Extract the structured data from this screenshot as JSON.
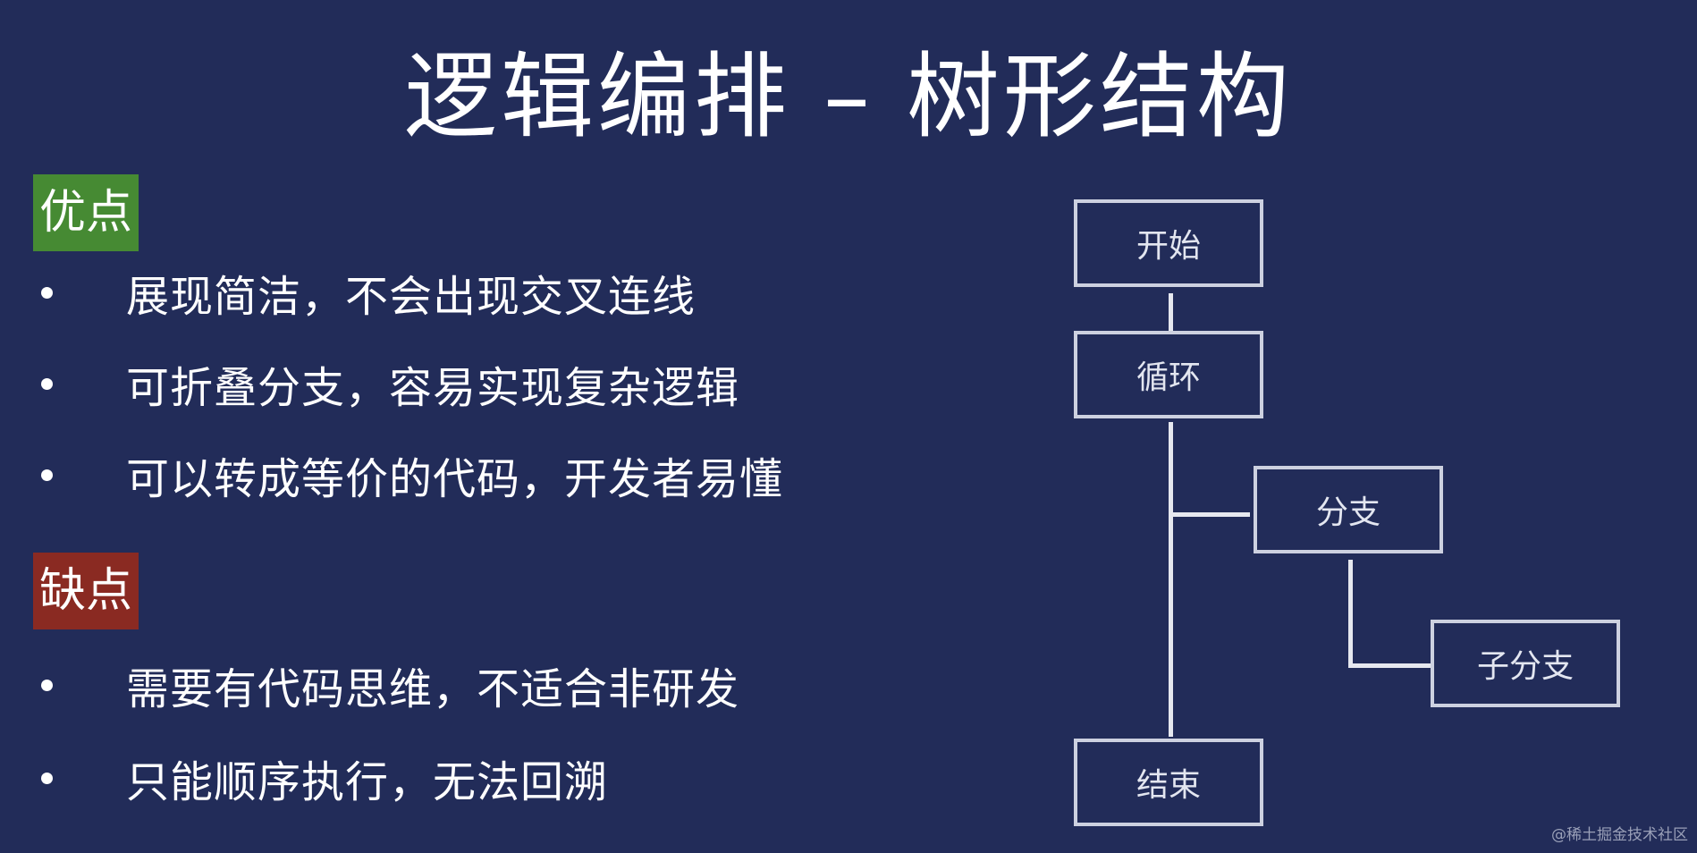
{
  "title": "逻辑编排 – 树形结构",
  "pros": {
    "label": "优点",
    "items": [
      "展现简洁，不会出现交叉连线",
      "可折叠分支，容易实现复杂逻辑",
      "可以转成等价的代码，开发者易懂"
    ]
  },
  "cons": {
    "label": "缺点",
    "items": [
      "需要有代码思维，不适合非研发",
      "只能顺序执行，无法回溯"
    ]
  },
  "tree": {
    "nodes": {
      "start": "开始",
      "loop": "循环",
      "branch": "分支",
      "sub_branch": "子分支",
      "end": "结束"
    }
  },
  "watermark": "@稀土掘金技术社区",
  "colors": {
    "background": "#222c59",
    "pros_badge": "#468a33",
    "cons_badge": "#8a2a22",
    "node_border": "#cdd1e0"
  }
}
